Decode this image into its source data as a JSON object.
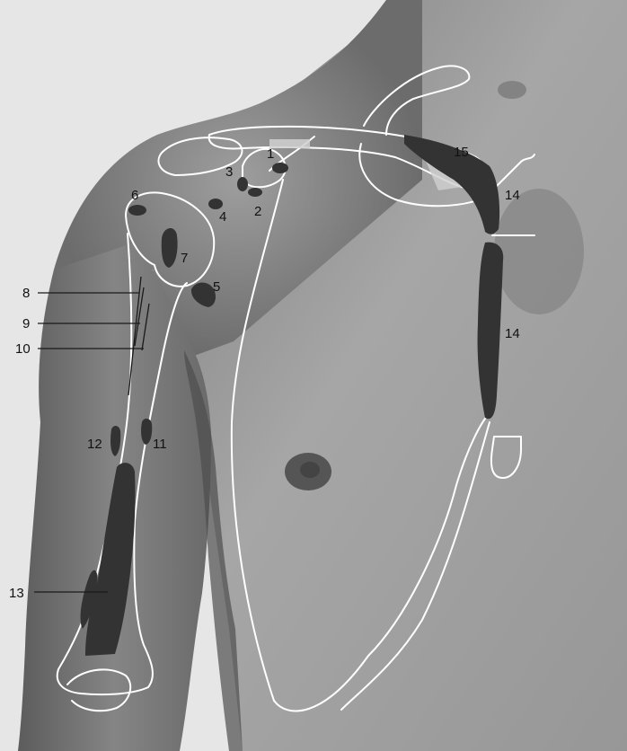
{
  "figure": {
    "labels": {
      "l1": "1",
      "l2": "2",
      "l3": "3",
      "l4": "4",
      "l5": "5",
      "l6": "6",
      "l7": "7",
      "l8": "8",
      "l9": "9",
      "l10": "10",
      "l11": "11",
      "l12": "12",
      "l13": "13",
      "l14a": "14",
      "l14b": "14",
      "l15": "15"
    },
    "colors": {
      "background": "#e6e6e6",
      "skin_light": "#a3a3a3",
      "skin_dark": "#5e5e5e",
      "bone_outline": "#ffffff",
      "attachment_area": "#333333",
      "label_text": "#111111"
    }
  }
}
